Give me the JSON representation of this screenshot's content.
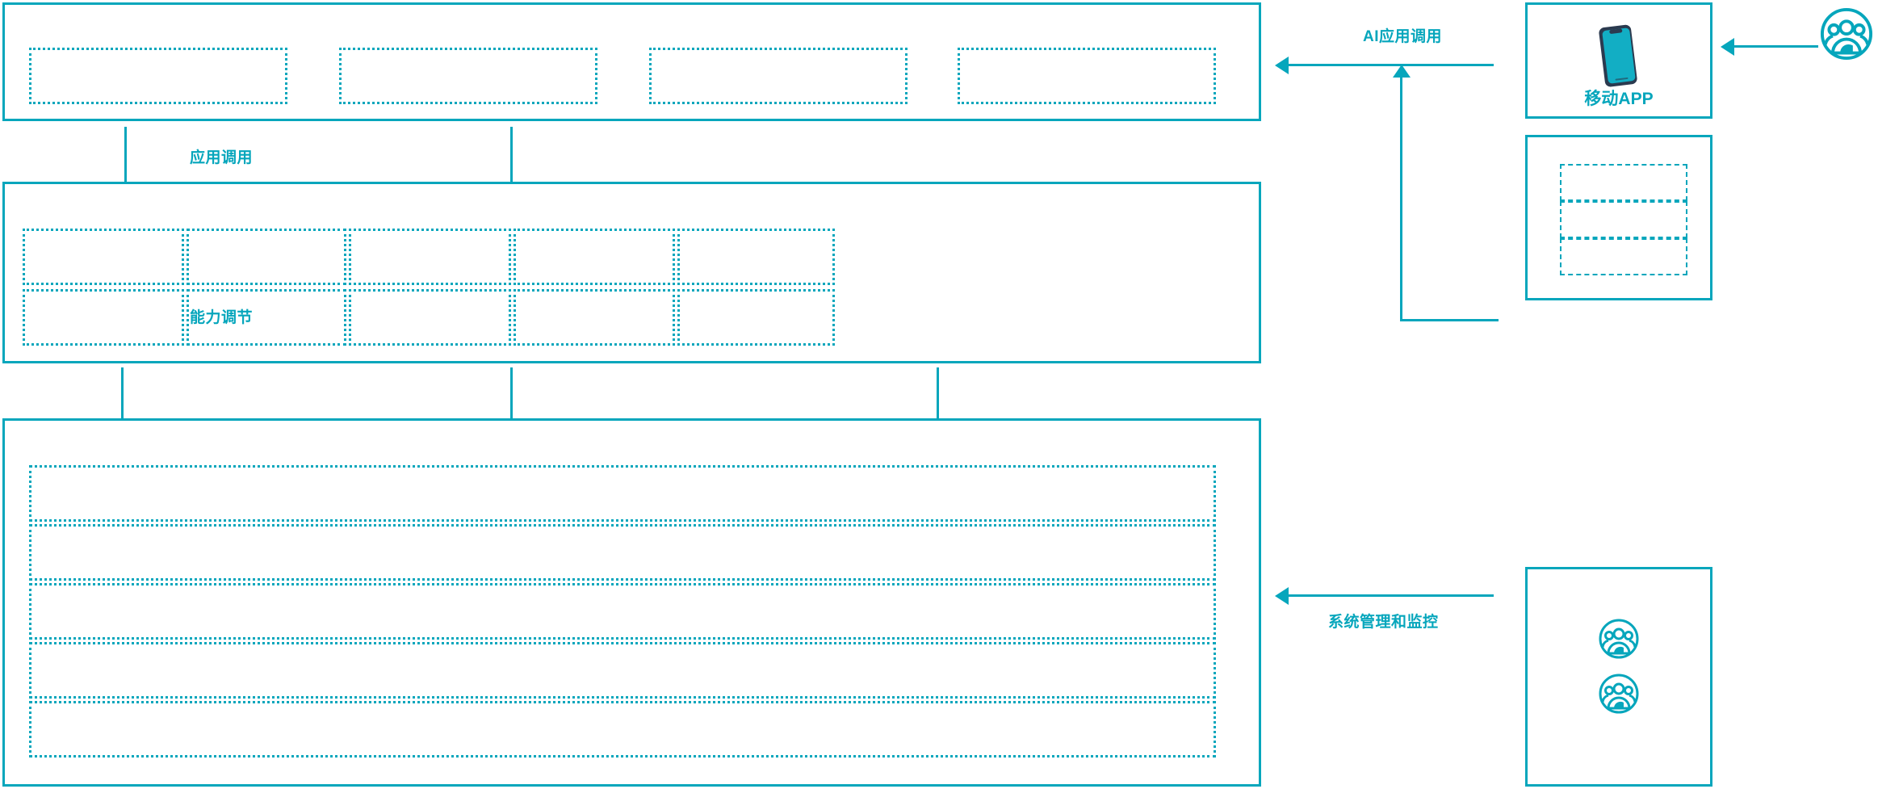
{
  "theme": {
    "accent": "#06A6BC",
    "phone_body": "#2B3A4F",
    "phone_screen": "#12AEC4",
    "background": "#FFFFFF"
  },
  "architecture": {
    "layers": [
      {
        "id": "application-layer",
        "slots": [
          "",
          "",
          "",
          ""
        ]
      },
      {
        "id": "capability-layer",
        "slots": [
          "",
          "",
          "",
          "",
          "",
          "",
          "",
          "",
          "",
          ""
        ]
      },
      {
        "id": "platform-layer",
        "slots": [
          "",
          "",
          "",
          "",
          ""
        ]
      }
    ]
  },
  "flows": {
    "app_call": "应用调用",
    "capability_adjust": "能力调节",
    "ai_app_call": "AI应用调用",
    "system_admin_monitor": "系统管理和监控"
  },
  "right_panels": {
    "mobile_app": {
      "caption": "移动APP",
      "icon": "smartphone-icon"
    },
    "list_panel": {
      "slots": [
        "",
        "",
        ""
      ]
    },
    "actors_panel": {
      "icons": [
        "users-group-icon",
        "users-group-icon"
      ]
    }
  },
  "external_actor": {
    "icon": "users-group-icon"
  }
}
